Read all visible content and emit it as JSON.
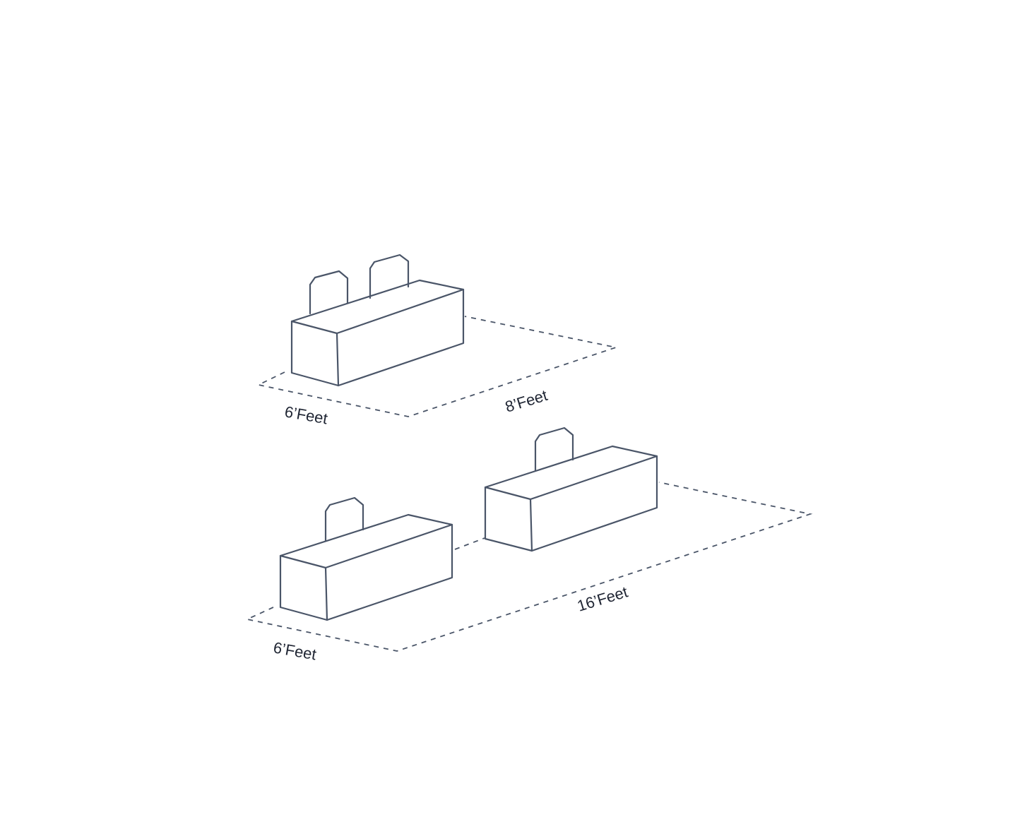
{
  "diagram": {
    "stroke_color": "#4a5568",
    "text_color": "#1f2533",
    "top_layout": {
      "width_label": "6’Feet",
      "length_label": "8’Feet"
    },
    "bottom_layout": {
      "width_label": "6’Feet",
      "length_label": "16’Feet"
    }
  }
}
